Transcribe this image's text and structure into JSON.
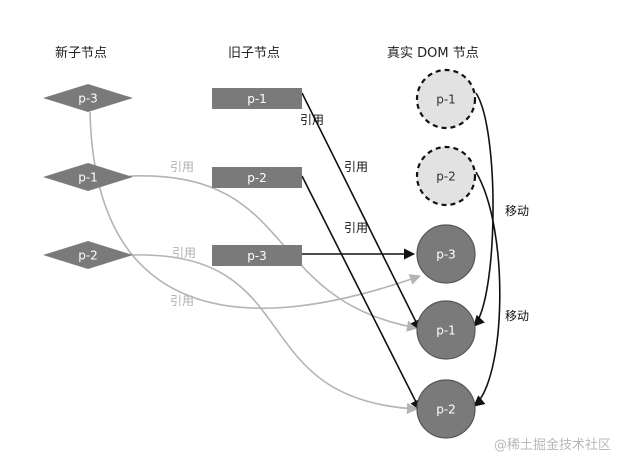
{
  "headers": {
    "new_children": "新子节点",
    "old_children": "旧子节点",
    "real_dom": "真实 DOM 节点"
  },
  "new_nodes": [
    "p-3",
    "p-1",
    "p-2"
  ],
  "old_nodes": [
    "p-1",
    "p-2",
    "p-3"
  ],
  "real_dom_old": [
    "p-1",
    "p-2"
  ],
  "real_dom_new": [
    "p-3",
    "p-1",
    "p-2"
  ],
  "labels": {
    "ref": "引用",
    "move": "移动"
  },
  "watermark": "@稀土掘金技术社区",
  "colors": {
    "node_dark": "#7a7a7a",
    "node_light": "#e2e2e2",
    "arrow_dark": "#111111",
    "arrow_light": "#b4b4b4",
    "label_light": "#b0b0b0"
  }
}
